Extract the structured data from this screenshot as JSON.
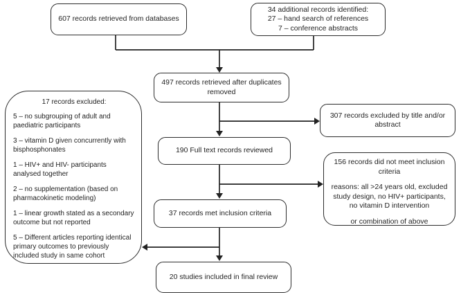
{
  "diagram": {
    "line_color": "#222222",
    "boxes": {
      "databases": {
        "text": "607 records retrieved from databases"
      },
      "additional": {
        "line1": "34 additional records identified:",
        "line2": "27 – hand search of references",
        "line3": "7 – conference abstracts"
      },
      "duplicates": {
        "text": "497 records retrieved after duplicates removed"
      },
      "excluded17": {
        "title": "17 records excluded:",
        "items": [
          "5 – no subgrouping of adult and paediatric participants",
          "3 – vitamin D given concurrently with bisphosphonates",
          "1 – HIV+ and HIV- participants analysed together",
          "2 – no supplementation (based on pharmacokinetic modeling)",
          "1 – linear growth stated as a secondary outcome but not reported",
          "5 – Different articles reporting identical primary outcomes to previously included study in same cohort"
        ]
      },
      "excluded307": {
        "text": "307 records excluded by title and/or abstract"
      },
      "fulltext": {
        "text": "190 Full text records reviewed"
      },
      "notmet156": {
        "line1": "156 records did not meet inclusion criteria",
        "line2": "reasons: all >24 years old, excluded study design, no HIV+ participants, no vitamin D intervention",
        "line3": "or combination of above"
      },
      "met37": {
        "text": "37 records met inclusion criteria"
      },
      "final20": {
        "text": "20 studies included in final review"
      }
    }
  }
}
